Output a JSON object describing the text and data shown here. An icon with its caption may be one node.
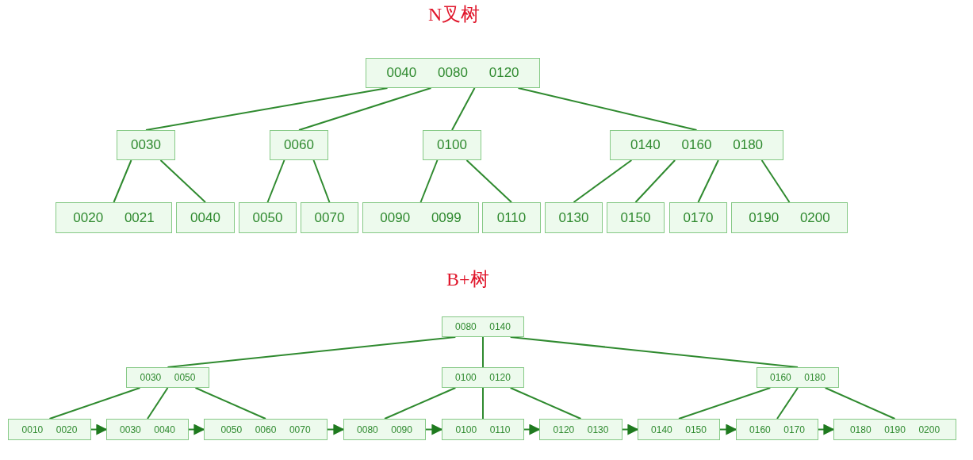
{
  "diagram": {
    "title": "N叉树",
    "nodes": [
      {
        "text": [
          "0040 0080 0120"
        ]
      },
      {
        "text": [
          "0030"
        ]
      },
      {
        "text": [
          "0060"
        ]
      },
      {
        "text": [
          "0100"
        ]
      },
      {
        "text": [
          "0140 0160 0180"
        ]
      },
      {
        "text": [
          "0020 0021"
        ]
      },
      {
        "text": [
          "0040"
        ]
      },
      {
        "text": [
          "0050"
        ]
      },
      {
        "text": [
          "0070"
        ]
      },
      {
        "text": [
          "0090 0099"
        ]
      },
      {
        "text": [
          "0110"
        ]
      },
      {
        "text": [
          "0130"
        ]
      },
      {
        "text": [
          "0150"
        ]
      },
      {
        "text": [
          "0170"
        ]
      },
      {
        "text": [
          "0190 0200"
        ]
      },
      {
        "text": [
          "0080 0140"
        ]
      },
      {
        "text": [
          "0030 0050"
        ]
      },
      {
        "text": [
          "0100 0120"
        ]
      },
      {
        "text": [
          "0160 0180"
        ]
      },
      {
        "text": [
          "0010 0020"
        ]
      },
      {
        "text": [
          "0030 0040"
        ]
      },
      {
        "text": [
          "0050 0060 0070"
        ]
      },
      {
        "text": [
          "0080 0090"
        ]
      },
      {
        "text": [
          "0100 0110"
        ]
      },
      {
        "text": [
          "0120 0130"
        ]
      },
      {
        "text": [
          "0140 0150"
        ]
      },
      {
        "text": [
          "0160 0170"
        ]
      },
      {
        "text": [
          "0180 0190 0200"
        ]
      }
    ],
    "edges": [
      {
        "from": 0,
        "to": 1,
        "arrow": "none"
      },
      {
        "from": 0,
        "to": 2,
        "arrow": "none"
      },
      {
        "from": 0,
        "to": 3,
        "arrow": "none"
      },
      {
        "from": 0,
        "to": 4,
        "arrow": "none"
      },
      {
        "from": 1,
        "to": 5,
        "arrow": "none"
      },
      {
        "from": 1,
        "to": 6,
        "arrow": "none"
      },
      {
        "from": 2,
        "to": 7,
        "arrow": "none"
      },
      {
        "from": 2,
        "to": 8,
        "arrow": "none"
      },
      {
        "from": 3,
        "to": 9,
        "arrow": "none"
      },
      {
        "from": 3,
        "to": 10,
        "arrow": "none"
      },
      {
        "from": 4,
        "to": 11,
        "arrow": "none"
      },
      {
        "from": 4,
        "to": 12,
        "arrow": "none"
      },
      {
        "from": 4,
        "to": 13,
        "arrow": "none"
      },
      {
        "from": 4,
        "to": 14,
        "arrow": "none"
      },
      {
        "from": 15,
        "to": 16,
        "arrow": "none"
      },
      {
        "from": 15,
        "to": 17,
        "arrow": "none"
      },
      {
        "from": 15,
        "to": 18,
        "arrow": "none"
      },
      {
        "from": 16,
        "to": 19,
        "arrow": "none"
      },
      {
        "from": 16,
        "to": 20,
        "arrow": "none"
      },
      {
        "from": 16,
        "to": 21,
        "arrow": "none"
      },
      {
        "from": 17,
        "to": 22,
        "arrow": "none"
      },
      {
        "from": 17,
        "to": 23,
        "arrow": "none"
      },
      {
        "from": 17,
        "to": 24,
        "arrow": "none"
      },
      {
        "from": 18,
        "to": 25,
        "arrow": "none"
      },
      {
        "from": 18,
        "to": 26,
        "arrow": "none"
      },
      {
        "from": 18,
        "to": 27,
        "arrow": "none"
      },
      {
        "from": 19,
        "to": 20,
        "arrow": "to"
      },
      {
        "from": 20,
        "to": 21,
        "arrow": "to"
      },
      {
        "from": 21,
        "to": 22,
        "arrow": "to"
      },
      {
        "from": 22,
        "to": 23,
        "arrow": "to"
      },
      {
        "from": 23,
        "to": 24,
        "arrow": "to"
      },
      {
        "from": 24,
        "to": 25,
        "arrow": "to"
      },
      {
        "from": 25,
        "to": 26,
        "arrow": "to"
      },
      {
        "from": 26,
        "to": 27,
        "arrow": "to"
      }
    ],
    "labels": [
      "B+树"
    ]
  }
}
